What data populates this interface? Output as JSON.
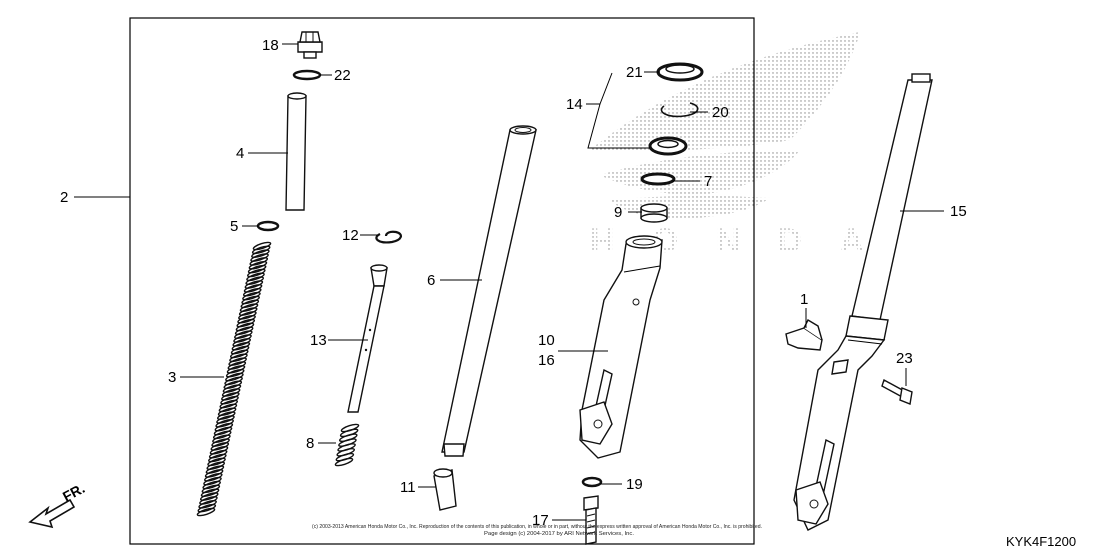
{
  "diagram_code": "KYK4F1200",
  "direction_label": "FR.",
  "copyright_line1": "(c) 2003-2013 American Honda Motor Co., Inc. Reproduction of the contents of this publication, in whole or in part, without the express written approval of American Honda Motor Co., Inc. is prohibited.",
  "copyright_line2": "Page design (c) 2004-2017 by ARI Network Services, Inc.",
  "watermark": "HONDA",
  "callouts": [
    {
      "id": "18",
      "text": "18"
    },
    {
      "id": "22",
      "text": "22"
    },
    {
      "id": "4",
      "text": "4"
    },
    {
      "id": "2",
      "text": "2"
    },
    {
      "id": "5",
      "text": "5"
    },
    {
      "id": "3",
      "text": "3"
    },
    {
      "id": "12",
      "text": "12"
    },
    {
      "id": "13",
      "text": "13"
    },
    {
      "id": "8",
      "text": "8"
    },
    {
      "id": "6",
      "text": "6"
    },
    {
      "id": "11",
      "text": "11"
    },
    {
      "id": "21",
      "text": "21"
    },
    {
      "id": "14",
      "text": "14"
    },
    {
      "id": "20",
      "text": "20"
    },
    {
      "id": "7",
      "text": "7"
    },
    {
      "id": "9",
      "text": "9"
    },
    {
      "id": "10",
      "text": "10"
    },
    {
      "id": "16",
      "text": "16"
    },
    {
      "id": "19",
      "text": "19"
    },
    {
      "id": "17",
      "text": "17"
    },
    {
      "id": "15",
      "text": "15"
    },
    {
      "id": "1",
      "text": "1"
    },
    {
      "id": "23",
      "text": "23"
    }
  ]
}
